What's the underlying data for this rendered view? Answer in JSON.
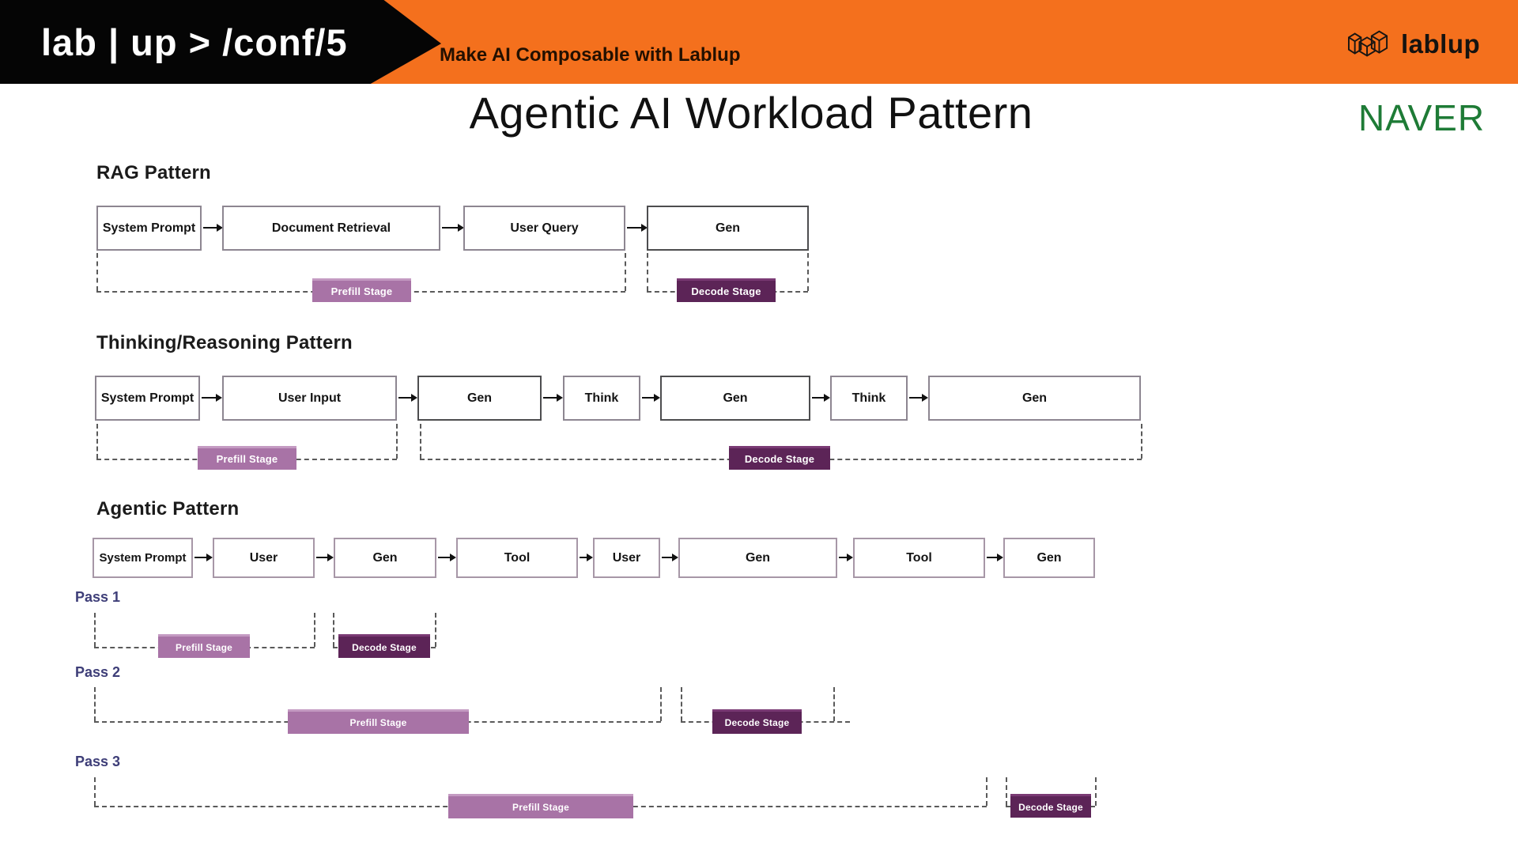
{
  "header": {
    "logo_text": "lab | up > /conf/5",
    "tagline": "Make AI Composable with Lablup",
    "brand": "lablup",
    "orange_color": "#F4701D"
  },
  "title": "Agentic AI Workload Pattern",
  "partner": "NAVER",
  "colors": {
    "prefill_badge": "#A873A6",
    "decode_badge": "#5C2457",
    "pass_label": "#3E3E78",
    "naver_green": "#1E7B36"
  },
  "labels": {
    "prefill": "Prefill Stage",
    "decode": "Decode Stage"
  },
  "sections": {
    "rag": {
      "title": "RAG Pattern",
      "boxes": [
        "System Prompt",
        "Document Retrieval",
        "User Query",
        "Gen"
      ]
    },
    "thinking": {
      "title": "Thinking/Reasoning Pattern",
      "boxes": [
        "System Prompt",
        "User Input",
        "Gen",
        "Think",
        "Gen",
        "Think",
        "Gen"
      ]
    },
    "agentic": {
      "title": "Agentic Pattern",
      "boxes": [
        "System Prompt",
        "User",
        "Gen",
        "Tool",
        "User",
        "Gen",
        "Tool",
        "Gen"
      ],
      "passes": [
        "Pass 1",
        "Pass 2",
        "Pass 3"
      ]
    }
  }
}
